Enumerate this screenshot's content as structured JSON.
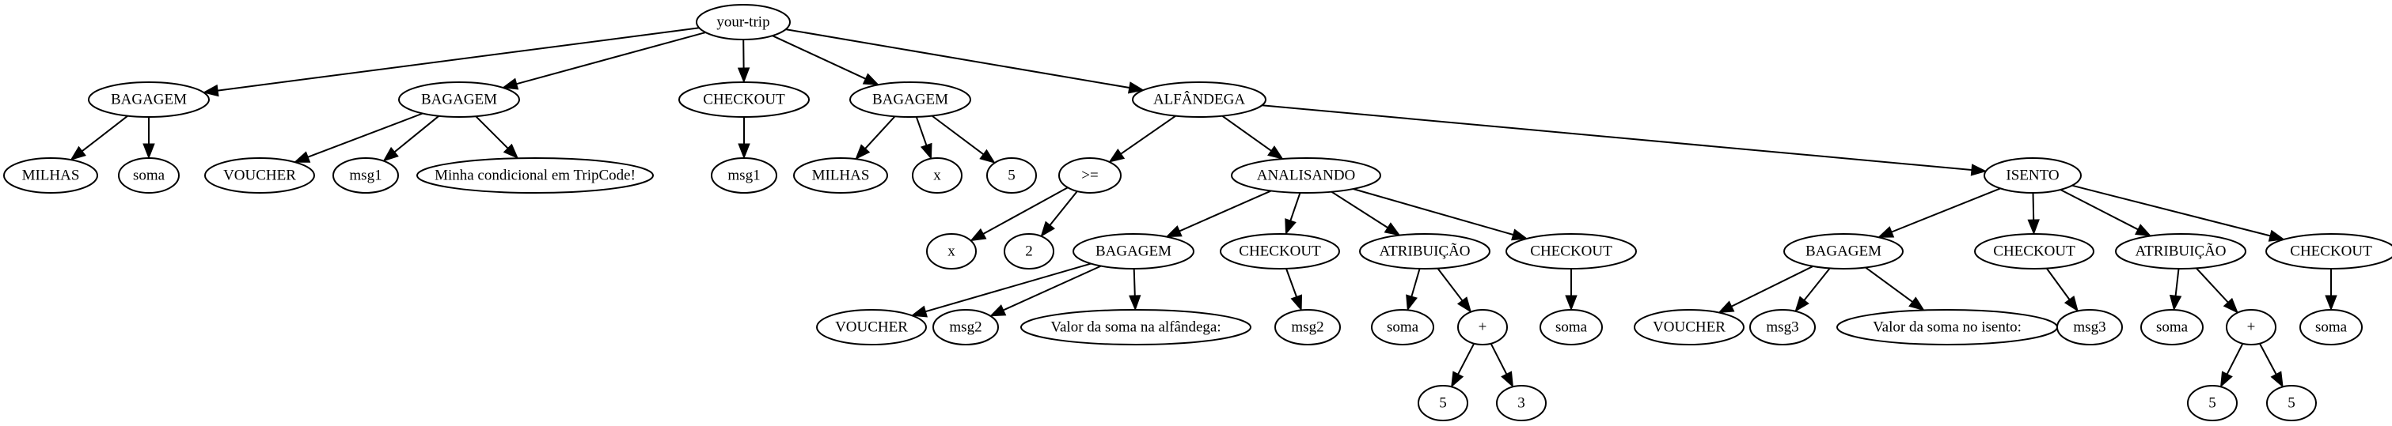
{
  "tree": {
    "label": "your-trip",
    "children": [
      {
        "label": "BAGAGEM",
        "children": [
          {
            "label": "MILHAS"
          },
          {
            "label": "soma"
          }
        ]
      },
      {
        "label": "BAGAGEM",
        "children": [
          {
            "label": "VOUCHER"
          },
          {
            "label": "msg1"
          },
          {
            "label": "Minha condicional em TripCode!"
          }
        ]
      },
      {
        "label": "CHECKOUT",
        "children": [
          {
            "label": "msg1"
          }
        ]
      },
      {
        "label": "BAGAGEM",
        "children": [
          {
            "label": "MILHAS"
          },
          {
            "label": "x"
          },
          {
            "label": "5"
          }
        ]
      },
      {
        "label": "ALFÂNDEGA",
        "children": [
          {
            "label": ">=",
            "children": [
              {
                "label": "x"
              },
              {
                "label": "2"
              }
            ]
          },
          {
            "label": "ANALISANDO",
            "children": [
              {
                "label": "BAGAGEM",
                "children": [
                  {
                    "label": "VOUCHER"
                  },
                  {
                    "label": "msg2"
                  },
                  {
                    "label": "Valor da soma na alfândega:"
                  }
                ]
              },
              {
                "label": "CHECKOUT",
                "children": [
                  {
                    "label": "msg2"
                  }
                ]
              },
              {
                "label": "ATRIBUIÇÃO",
                "children": [
                  {
                    "label": "soma"
                  },
                  {
                    "label": "+",
                    "children": [
                      {
                        "label": "5"
                      },
                      {
                        "label": "3"
                      }
                    ]
                  }
                ]
              },
              {
                "label": "CHECKOUT",
                "children": [
                  {
                    "label": "soma"
                  }
                ]
              }
            ]
          },
          {
            "label": "ISENTO",
            "children": [
              {
                "label": "BAGAGEM",
                "children": [
                  {
                    "label": "VOUCHER"
                  },
                  {
                    "label": "msg3"
                  },
                  {
                    "label": "Valor da soma no isento:"
                  }
                ]
              },
              {
                "label": "CHECKOUT",
                "children": [
                  {
                    "label": "msg3"
                  }
                ]
              },
              {
                "label": "ATRIBUIÇÃO",
                "children": [
                  {
                    "label": "soma"
                  },
                  {
                    "label": "+",
                    "children": [
                      {
                        "label": "5"
                      },
                      {
                        "label": "5"
                      }
                    ]
                  }
                ]
              },
              {
                "label": "CHECKOUT",
                "children": [
                  {
                    "label": "soma"
                  }
                ]
              }
            ]
          }
        ]
      }
    ]
  }
}
